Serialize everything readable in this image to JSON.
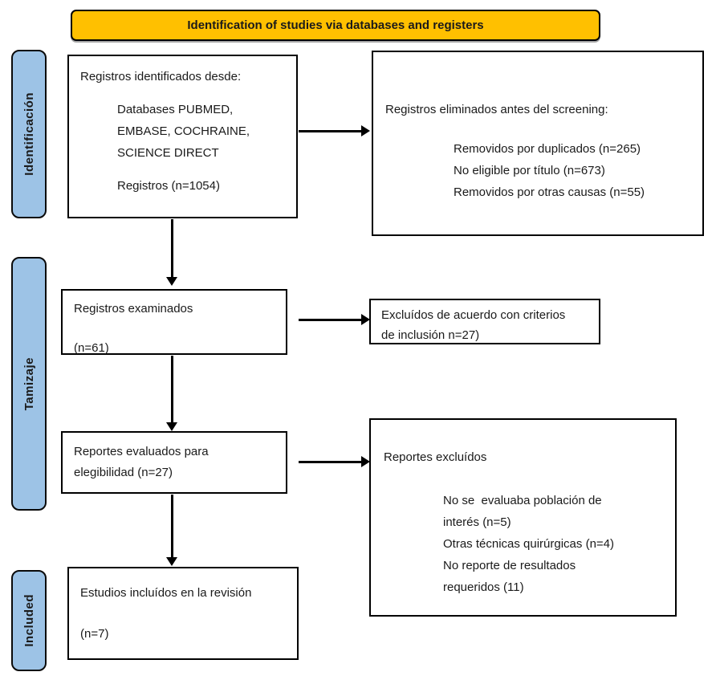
{
  "banner": {
    "title": "Identification of studies via databases and registers"
  },
  "colors": {
    "banner_bg": "#FFC000",
    "stage_bg": "#9DC3E6",
    "border": "#000000"
  },
  "stages": [
    {
      "label": "Identificación"
    },
    {
      "label": "Tamizaje"
    },
    {
      "label": "Included"
    }
  ],
  "boxes": {
    "identified": {
      "title": "Registros identificados desde:",
      "lines": [
        "Databases PUBMED,",
        "EMBASE, COCHRAINE,",
        "SCIENCE DIRECT"
      ],
      "count": "Registros (n=1054)"
    },
    "removed_before_screening": {
      "title": "Registros eliminados antes del screening:",
      "lines": [
        "Removidos por duplicados (n=265)",
        "No eligible por título (n=673)",
        "Removidos por otras causas (n=55)"
      ]
    },
    "screened": {
      "title": "Registros examinados",
      "count": "(n=61)"
    },
    "excluded_criteria": {
      "lines": [
        "Excluídos de acuerdo con criterios",
        "de inclusión n=27)"
      ]
    },
    "assessed": {
      "lines": [
        "Reportes evaluados para",
        "elegibilidad (n=27)"
      ]
    },
    "reports_excluded": {
      "title": "Reportes excluídos",
      "lines": [
        "No se  evaluaba población de",
        "interés (n=5)",
        "Otras técnicas quirúrgicas (n=4)",
        "No reporte de resultados",
        "requeridos (11)"
      ]
    },
    "included_studies": {
      "title": "Estudios incluídos en la revisión",
      "count": "(n=7)"
    }
  }
}
